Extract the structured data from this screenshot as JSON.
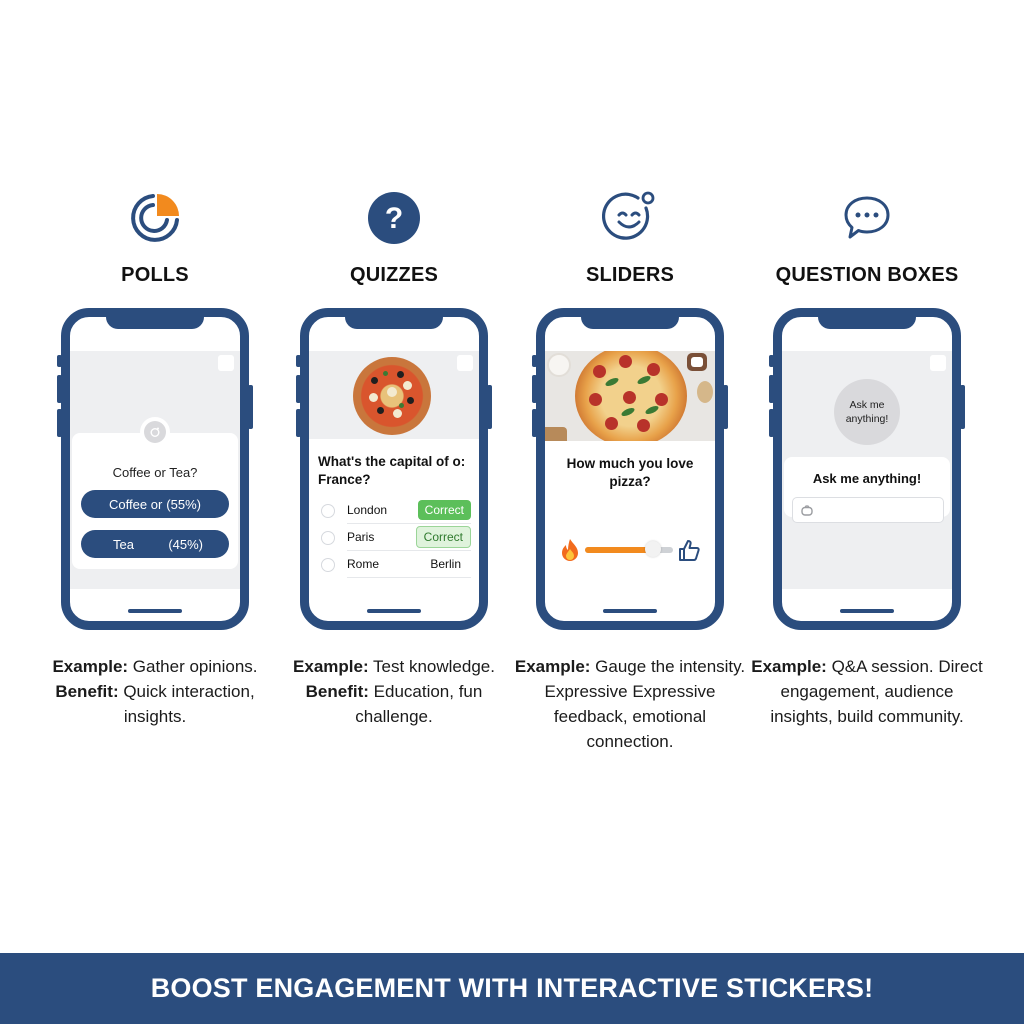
{
  "colors": {
    "navy": "#2b4d7e",
    "orange": "#f28a1e",
    "green": "#5cbf5a",
    "screen_bg": "#eeeff1"
  },
  "features": [
    {
      "title": "POLLS",
      "icon": "pie-chart-icon",
      "phone": {
        "question": "Coffee or Tea?",
        "options": [
          {
            "label": "Coffee or",
            "percent": "(55%)"
          },
          {
            "label": "Tea",
            "percent": "(45%)"
          }
        ]
      },
      "example_label": "Example:",
      "example_text": " Gather opinions.",
      "benefit_label": "Benefit:",
      "benefit_text": " Quick interaction, insights."
    },
    {
      "title": "QUIZZES",
      "icon": "question-circle-icon",
      "phone": {
        "question": "What's the capital of o: France?",
        "options": [
          {
            "label": "London",
            "tag": "Correct",
            "tag_style": "solid"
          },
          {
            "label": "Paris",
            "tag": "Correct",
            "tag_style": "soft"
          },
          {
            "label": "Rome",
            "tag": "Berlin",
            "tag_style": "plain"
          }
        ]
      },
      "example_label": "Example:",
      "example_text": " Test knowledge.",
      "benefit_label": "Benefit:",
      "benefit_text": " Education, fun challenge."
    },
    {
      "title": "SLIDERS",
      "icon": "smiley-face-icon",
      "phone": {
        "question": "How much you love pizza?",
        "slider_value": 72,
        "start_emoji": "fire",
        "end_icon": "thumbs-up"
      },
      "example_label": "Example:",
      "example_text": " Gauge the intensity. Expressive Expressive feedback, emotional connection."
    },
    {
      "title": "QUESTION BOXES",
      "icon": "speech-bubble-icon",
      "phone": {
        "bubble_text": "Ask me anything!",
        "card_title": "Ask me anything!",
        "input_placeholder": ""
      },
      "example_label": "Example:",
      "example_text": " Q&A session. Direct engagement, audience insights, build community."
    }
  ],
  "footer": {
    "text": "BOOST ENGAGEMENT WITH INTERACTIVE STICKERS!"
  }
}
